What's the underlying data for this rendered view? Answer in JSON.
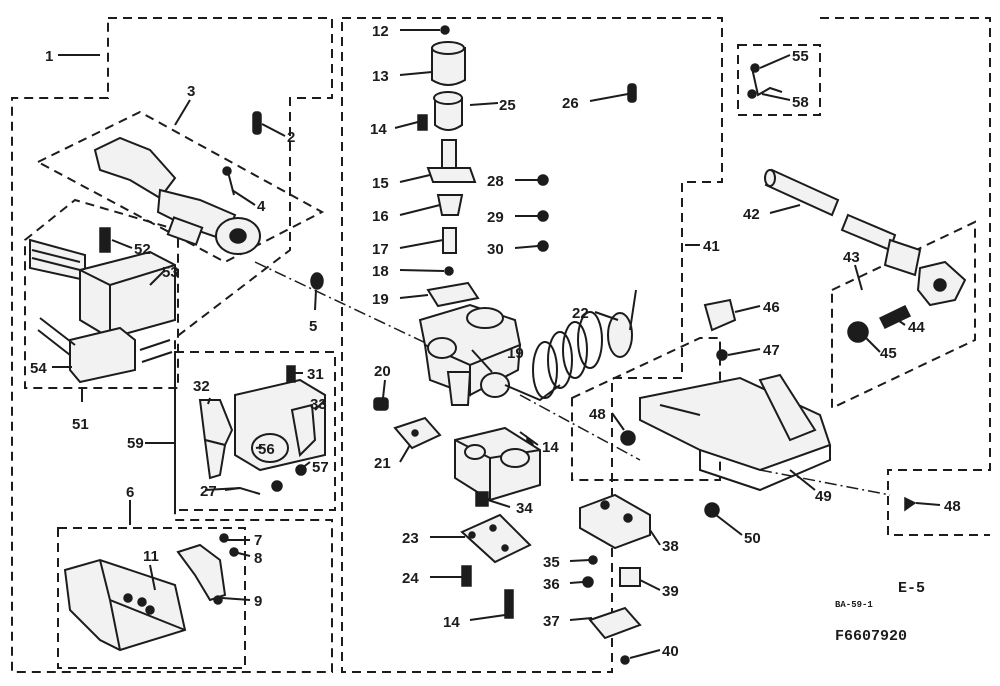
{
  "labels": {
    "p1": "1",
    "p2": "2",
    "p3": "3",
    "p4": "4",
    "p5": "5",
    "p6": "6",
    "p7": "7",
    "p8": "8",
    "p9": "9",
    "p11": "11",
    "p12": "12",
    "p13": "13",
    "p14a": "14",
    "p14b": "14",
    "p14c": "14",
    "p15": "15",
    "p16": "16",
    "p17": "17",
    "p18": "18",
    "p19a": "19",
    "p19b": "19",
    "p20": "20",
    "p21": "21",
    "p22": "22",
    "p23": "23",
    "p24": "24",
    "p25": "25",
    "p26": "26",
    "p27": "27",
    "p28": "28",
    "p29": "29",
    "p30": "30",
    "p31": "31",
    "p32": "32",
    "p33": "33",
    "p34": "34",
    "p35": "35",
    "p36": "36",
    "p37": "37",
    "p38": "38",
    "p39": "39",
    "p40": "40",
    "p41": "41",
    "p42": "42",
    "p43": "43",
    "p44": "44",
    "p45": "45",
    "p46": "46",
    "p47": "47",
    "p48a": "48",
    "p48b": "48",
    "p49": "49",
    "p50": "50",
    "p51": "51",
    "p52": "52",
    "p53": "53",
    "p54": "54",
    "p55": "55",
    "p56": "56",
    "p57": "57",
    "p58": "58",
    "p59": "59"
  },
  "captions": {
    "section": "E-5",
    "ref": "BA-59-1",
    "figure": "F6607920"
  },
  "colors": {
    "ink": "#1c1c1c",
    "paper": "#ffffff",
    "fill": "#f2f2f2"
  }
}
